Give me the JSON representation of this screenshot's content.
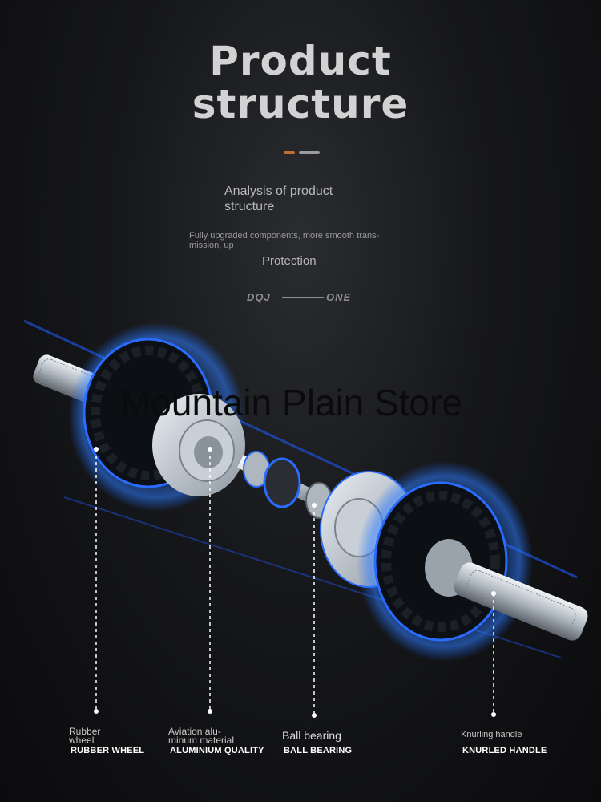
{
  "header": {
    "title_line1": "Product",
    "title_line2": "structure"
  },
  "accent": {
    "orange": "#c86a36",
    "gray": "#9a9a9a",
    "glow_blue": "#1e6cff"
  },
  "intro": {
    "subtitle": "Analysis of product structure",
    "description": "Fully upgraded components, more smooth trans-mission, up",
    "protection": "Protection"
  },
  "brand": {
    "left": "DQJ",
    "right": "ONE"
  },
  "watermark": "Mountain Plain Store",
  "parts": [
    {
      "small": "Rubber wheel",
      "big": "RUBBER WHEEL"
    },
    {
      "small": "Aviation alu-minum material",
      "big": "ALUMINIUM QUALITY"
    },
    {
      "small": "Ball bearing",
      "big": "BALL BEARING"
    },
    {
      "small": "Knurling handle",
      "big": "KNURLED HANDLE"
    }
  ]
}
